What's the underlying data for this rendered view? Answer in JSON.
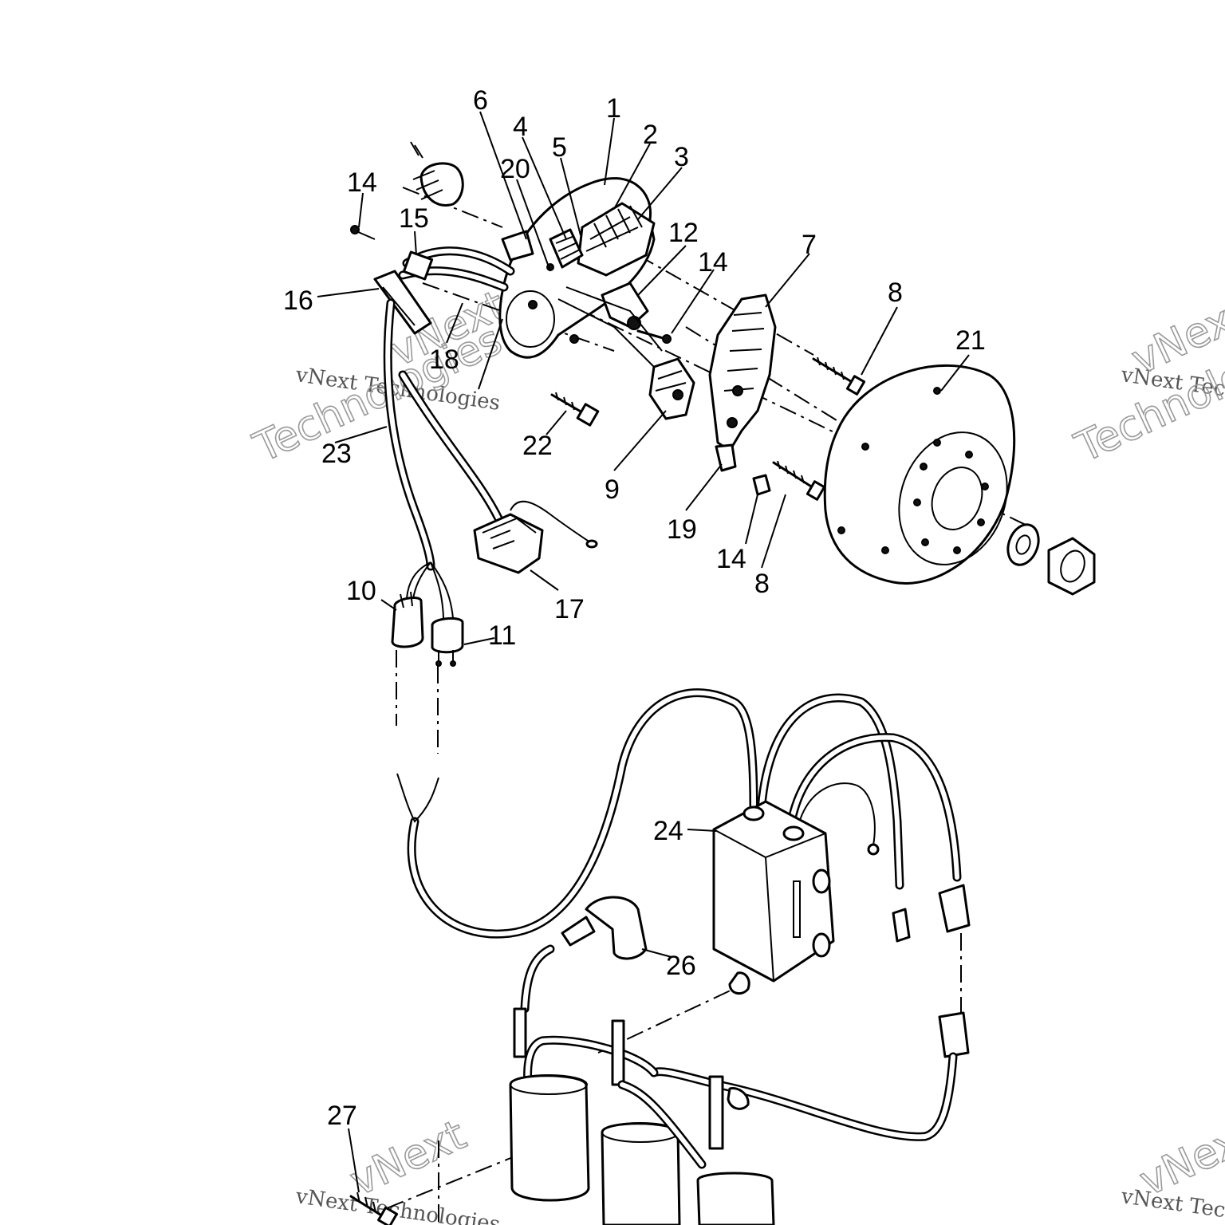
{
  "watermark": {
    "company": "vNext Technologies",
    "word1": "vNext",
    "word2": "Technologies"
  },
  "callouts": {
    "c1": "1",
    "c2": "2",
    "c3": "3",
    "c4": "4",
    "c5": "5",
    "c6": "6",
    "c7": "7",
    "c8a": "8",
    "c8b": "8",
    "c9": "9",
    "c10": "10",
    "c11": "11",
    "c12": "12",
    "c14a": "14",
    "c14b": "14",
    "c14c": "14",
    "c15": "15",
    "c16": "16",
    "c17": "17",
    "c18": "18",
    "c19": "19",
    "c20": "20",
    "c21": "21",
    "c22": "22",
    "c23": "23",
    "c24": "24",
    "c26": "26",
    "c27": "27"
  }
}
